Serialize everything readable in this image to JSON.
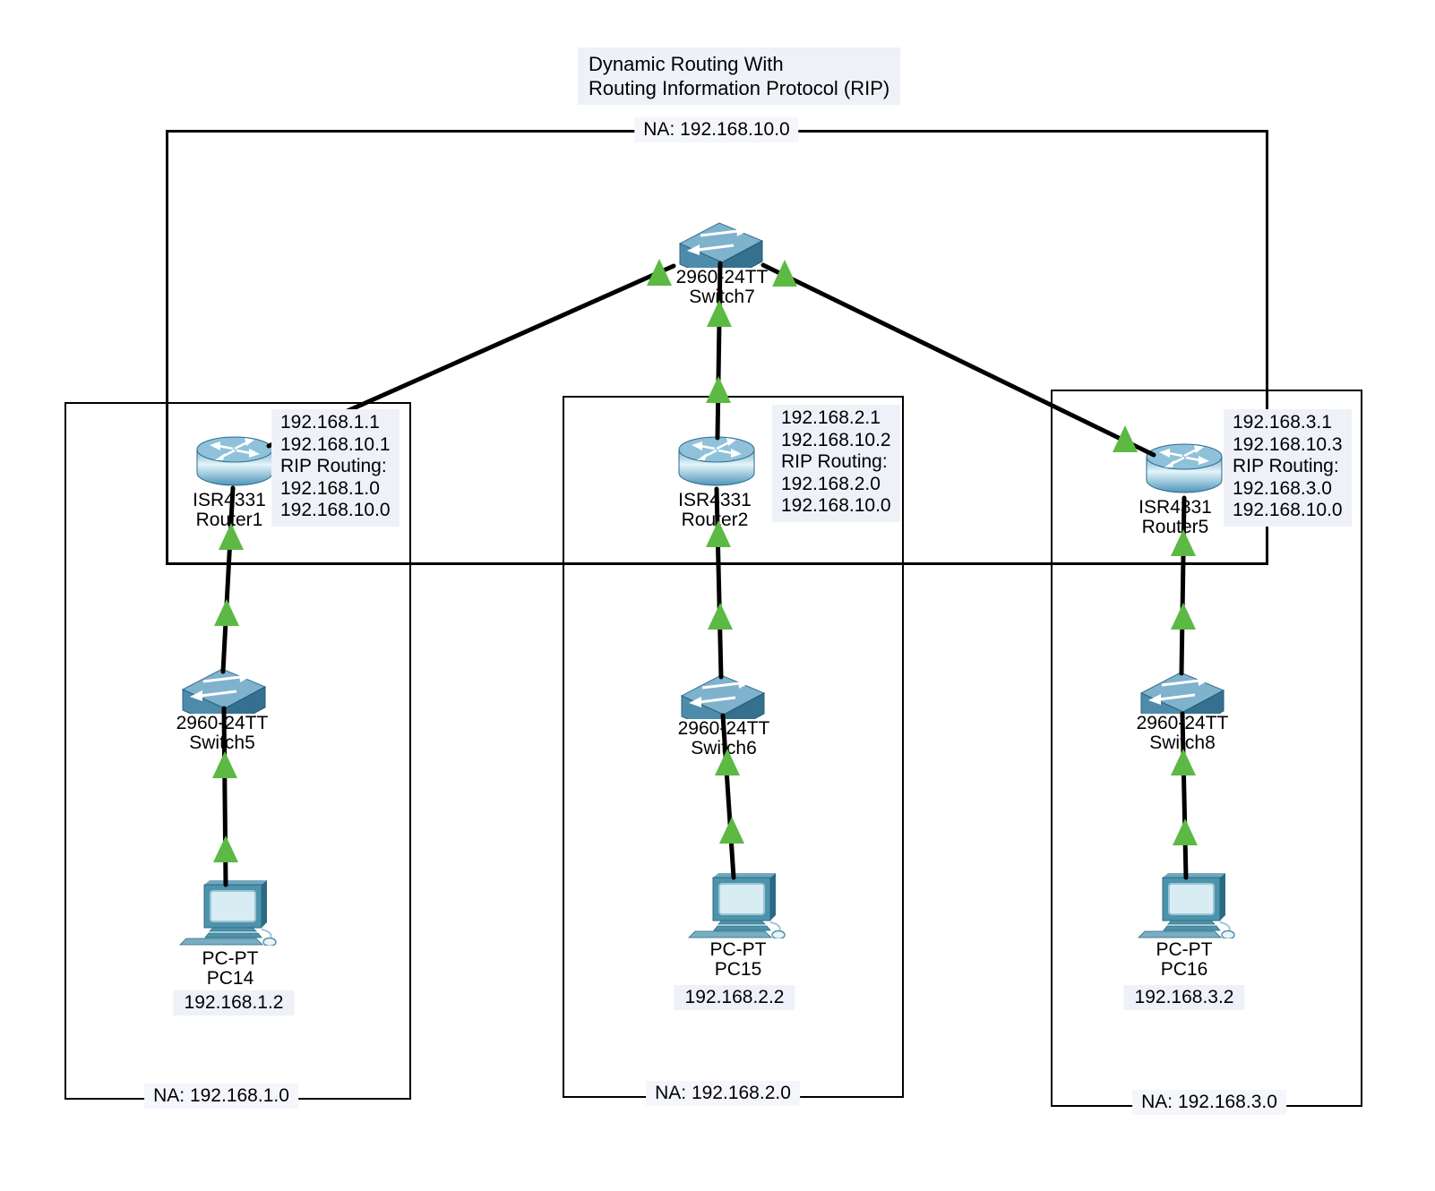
{
  "title": {
    "line1": "Dynamic Routing With",
    "line2": "Routing Information Protocol (RIP)"
  },
  "areas": {
    "backbone": {
      "label": "NA: 192.168.10.0"
    },
    "lan1": {
      "label": "NA: 192.168.1.0"
    },
    "lan2": {
      "label": "NA: 192.168.2.0"
    },
    "lan3": {
      "label": "NA: 192.168.3.0"
    }
  },
  "devices": {
    "switch7": {
      "model": "2960-24TT",
      "name": "Switch7"
    },
    "router1": {
      "model": "ISR4331",
      "name": "Router1",
      "annotation": [
        "192.168.1.1",
        "192.168.10.1",
        "RIP Routing:",
        "192.168.1.0",
        "192.168.10.0"
      ]
    },
    "router2": {
      "model": "ISR4331",
      "name": "Router2",
      "annotation": [
        "192.168.2.1",
        "192.168.10.2",
        "RIP Routing:",
        "192.168.2.0",
        "192.168.10.0"
      ]
    },
    "router5": {
      "model": "ISR4331",
      "name": "Router5",
      "annotation": [
        "192.168.3.1",
        "192.168.10.3",
        "RIP Routing:",
        "192.168.3.0",
        "192.168.10.0"
      ]
    },
    "switch5": {
      "model": "2960-24TT",
      "name": "Switch5"
    },
    "switch6": {
      "model": "2960-24TT",
      "name": "Switch6"
    },
    "switch8": {
      "model": "2960-24TT",
      "name": "Switch8"
    },
    "pc14": {
      "model": "PC-PT",
      "name": "PC14",
      "ip": "192.168.1.2"
    },
    "pc15": {
      "model": "PC-PT",
      "name": "PC15",
      "ip": "192.168.2.2"
    },
    "pc16": {
      "model": "PC-PT",
      "name": "PC16",
      "ip": "192.168.3.2"
    }
  },
  "colors": {
    "link": "#000000",
    "status-up": "#5cb944",
    "label-bg": "#eef1f8",
    "box-border": "#000000",
    "canvas-bg": "#ffffff"
  }
}
